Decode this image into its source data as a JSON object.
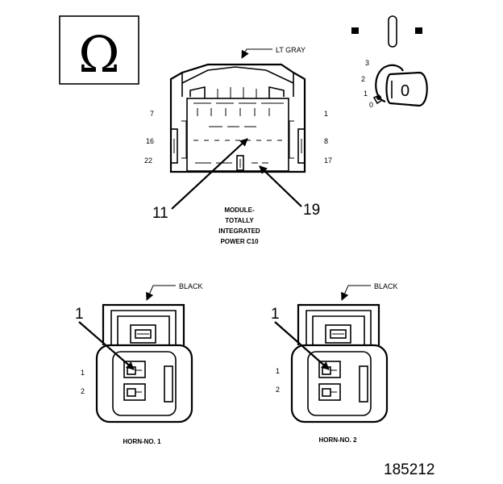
{
  "symbol": {
    "glyph": "Ω",
    "icon": "ohm-symbol-icon"
  },
  "module_connector": {
    "color_label": "LT GRAY",
    "pin_labels": {
      "top_left": "7",
      "top_right": "1",
      "mid_left": "16",
      "mid_right": "8",
      "bottom_left": "22",
      "bottom_right": "17"
    },
    "callouts": [
      "11",
      "19"
    ],
    "caption_lines": [
      "MODULE-",
      "TOTALLY",
      "INTEGRATED",
      "POWER C10"
    ]
  },
  "key_diagram": {
    "positions": [
      "3",
      "2",
      "1",
      "0"
    ],
    "cylinder_label": "0"
  },
  "horn_connectors": [
    {
      "color_label": "BLACK",
      "callout": "1",
      "pin_labels": [
        "1",
        "2"
      ],
      "caption": "HORN-NO. 1"
    },
    {
      "color_label": "BLACK",
      "callout": "1",
      "pin_labels": [
        "1",
        "2"
      ],
      "caption": "HORN-NO. 2"
    }
  ],
  "figure_number": "185212"
}
